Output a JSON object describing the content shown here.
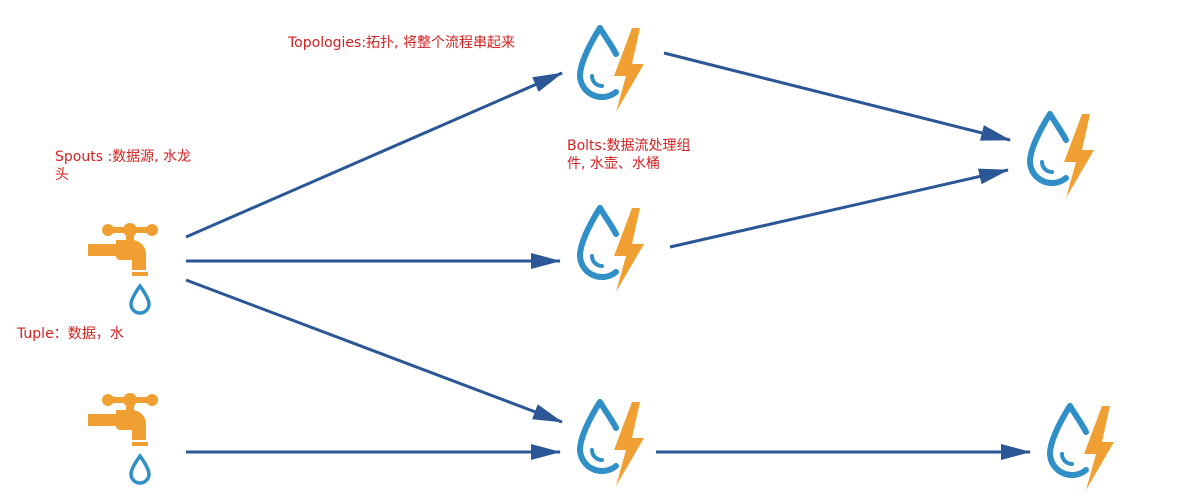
{
  "labels": {
    "topologies": "Topologies:拓扑, 将整个流程串起来",
    "spouts_line1": "Spouts  :数据源, 水龙",
    "spouts_line2": "头",
    "bolts_line1": "Bolts:数据流处理组",
    "bolts_line2": "件, 水壶、水桶",
    "tuple": "Tuple：数据，水"
  },
  "colors": {
    "label_text": "#d32020",
    "arrow": "#2b5797",
    "spout_icon": "#f0a033",
    "water_drop": "#2f8fc6",
    "bolt_flash": "#f0a033"
  },
  "icons": {
    "spout": "water-faucet-icon",
    "bolt": "drop-lightning-icon"
  },
  "nodes": [
    {
      "id": "spout-1",
      "type": "spout"
    },
    {
      "id": "spout-2",
      "type": "spout"
    },
    {
      "id": "bolt-top",
      "type": "bolt"
    },
    {
      "id": "bolt-mid",
      "type": "bolt"
    },
    {
      "id": "bolt-low",
      "type": "bolt"
    },
    {
      "id": "bolt-right-top",
      "type": "bolt"
    },
    {
      "id": "bolt-right-low",
      "type": "bolt"
    }
  ],
  "edges": [
    {
      "from": "spout-1",
      "to": "bolt-top"
    },
    {
      "from": "spout-1",
      "to": "bolt-mid"
    },
    {
      "from": "spout-1",
      "to": "bolt-low"
    },
    {
      "from": "spout-2",
      "to": "bolt-low"
    },
    {
      "from": "bolt-top",
      "to": "bolt-right-top"
    },
    {
      "from": "bolt-mid",
      "to": "bolt-right-top"
    },
    {
      "from": "bolt-low",
      "to": "bolt-right-low"
    }
  ]
}
